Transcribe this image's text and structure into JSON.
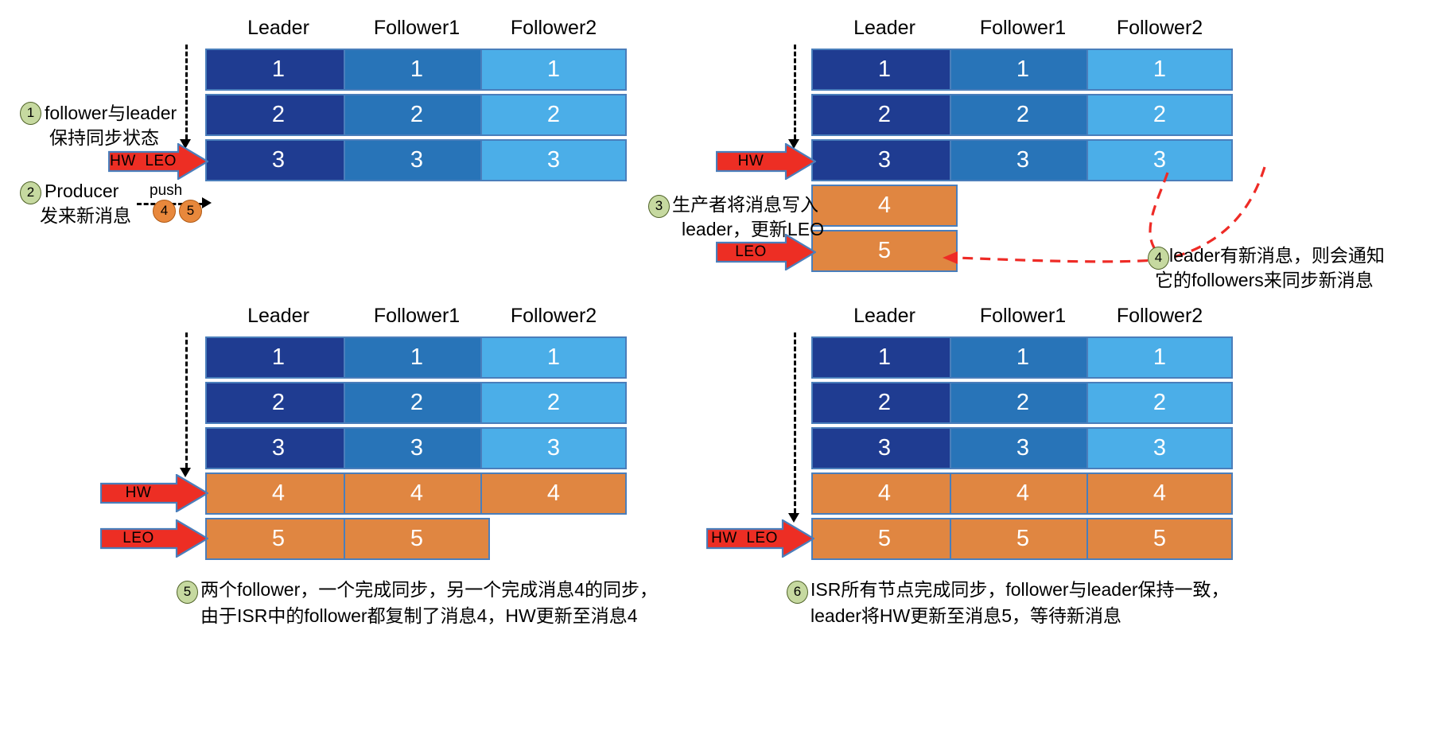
{
  "meta": {
    "diagram_title": "Kafka HW / LEO replication sequence",
    "colors": {
      "leader": "#1F3C91",
      "follower1": "#2874B8",
      "follower2": "#4BAEE8",
      "new_message": "#E08641",
      "arrow_red": "#ED2E24",
      "arrow_border": "#4A7EBB",
      "bullet_green": "#C6D9A0",
      "curve_red": "#EE2B26"
    }
  },
  "column_titles": {
    "leader": "Leader",
    "follower1": "Follower1",
    "follower2": "Follower2"
  },
  "panels": [
    {
      "id": "panel-1",
      "columns": {
        "leader": [
          "1",
          "2",
          "3"
        ],
        "follower1": [
          "1",
          "2",
          "3"
        ],
        "follower2": [
          "1",
          "2",
          "3"
        ]
      },
      "arrows": [
        {
          "name": "hw-leo-arrow",
          "label": "HW  LEO"
        }
      ],
      "notes": [
        {
          "num": "1",
          "lines": [
            "follower与leader",
            "保持同步状态"
          ]
        },
        {
          "num": "2",
          "lines": [
            "Producer",
            "发来新消息"
          ]
        }
      ],
      "push_label": "push",
      "pending_messages": [
        "4",
        "5"
      ]
    },
    {
      "id": "panel-2",
      "columns": {
        "leader": [
          "1",
          "2",
          "3",
          "4",
          "5"
        ],
        "follower1": [
          "1",
          "2",
          "3"
        ],
        "follower2": [
          "1",
          "2",
          "3"
        ]
      },
      "arrows": [
        {
          "name": "hw-arrow",
          "label": "HW"
        },
        {
          "name": "leo-arrow",
          "label": "LEO"
        }
      ],
      "notes": [
        {
          "num": "3",
          "lines": [
            "生产者将消息写入",
            "leader，更新LEO"
          ]
        },
        {
          "num": "4",
          "lines": [
            "leader有新消息，则会通知",
            "它的followers来同步新消息"
          ]
        }
      ]
    },
    {
      "id": "panel-3",
      "columns": {
        "leader": [
          "1",
          "2",
          "3",
          "4",
          "5"
        ],
        "follower1": [
          "1",
          "2",
          "3",
          "4",
          "5"
        ],
        "follower2": [
          "1",
          "2",
          "3",
          "4"
        ]
      },
      "arrows": [
        {
          "name": "hw-arrow",
          "label": "HW"
        },
        {
          "name": "leo-arrow",
          "label": "LEO"
        }
      ],
      "caption": {
        "num": "5",
        "lines": [
          "两个follower，一个完成同步，另一个完成消息4的同步，",
          "由于ISR中的follower都复制了消息4，HW更新至消息4"
        ]
      }
    },
    {
      "id": "panel-4",
      "columns": {
        "leader": [
          "1",
          "2",
          "3",
          "4",
          "5"
        ],
        "follower1": [
          "1",
          "2",
          "3",
          "4",
          "5"
        ],
        "follower2": [
          "1",
          "2",
          "3",
          "4",
          "5"
        ]
      },
      "arrows": [
        {
          "name": "hw-leo-arrow",
          "label": "HW  LEO"
        }
      ],
      "caption": {
        "num": "6",
        "lines": [
          "ISR所有节点完成同步，follower与leader保持一致，",
          "leader将HW更新至消息5，等待新消息"
        ]
      }
    }
  ]
}
